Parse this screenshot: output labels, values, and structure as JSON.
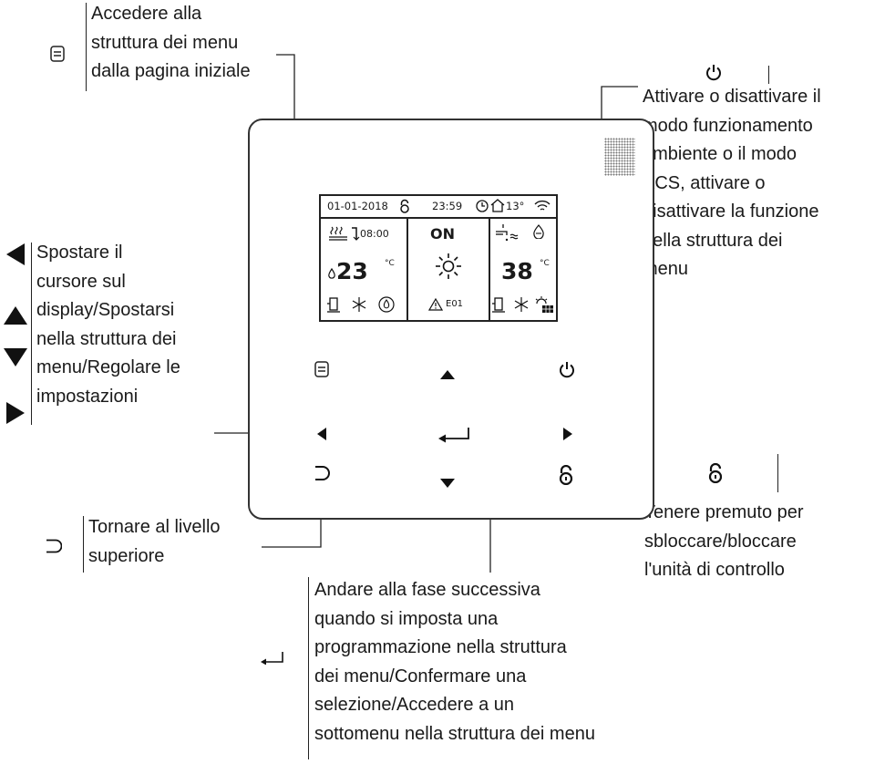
{
  "callouts": {
    "menu": "Accedere alla\nstruttura dei menu\ndalla pagina iniziale",
    "power": "Attivare o disattivare il\nmodo funzionamento\nambiente o il modo\nACS, attivare o\ndisattivare la funzione\nnella struttura dei\nmenu",
    "arrows": "Spostare il\ncursore sul\ndisplay/Spostarsi\nnella struttura dei\nmenu/Regolare le\nimpostazioni",
    "back": "Tornare al livello\nsuperiore",
    "unlock": "Tenere premuto per\nsbloccare/bloccare\nl'unità di controllo",
    "enter": "Andare alla fase successiva\nquando si imposta una\nprogrammazione nella struttura\ndei menu/Confermare una\nselezione/Accedere a un\nsottomenu nella struttura dei menu"
  },
  "screen": {
    "date": "01-01-2018",
    "time": "23:59",
    "outdoor_temp": "13°",
    "schedule_time": "08:00",
    "room_temp": "23",
    "room_unit": "°C",
    "state": "ON",
    "error_code": "E01",
    "dhw_temp": "38",
    "dhw_unit": "°C"
  },
  "icons": [
    "menu-icon",
    "power-icon",
    "left-arrow-icon",
    "up-arrow-icon",
    "down-arrow-icon",
    "right-arrow-icon",
    "back-icon",
    "enter-icon",
    "unlock-icon",
    "sun-icon",
    "warning-icon",
    "clock-icon",
    "home-icon",
    "wifi-icon",
    "lock-icon"
  ]
}
